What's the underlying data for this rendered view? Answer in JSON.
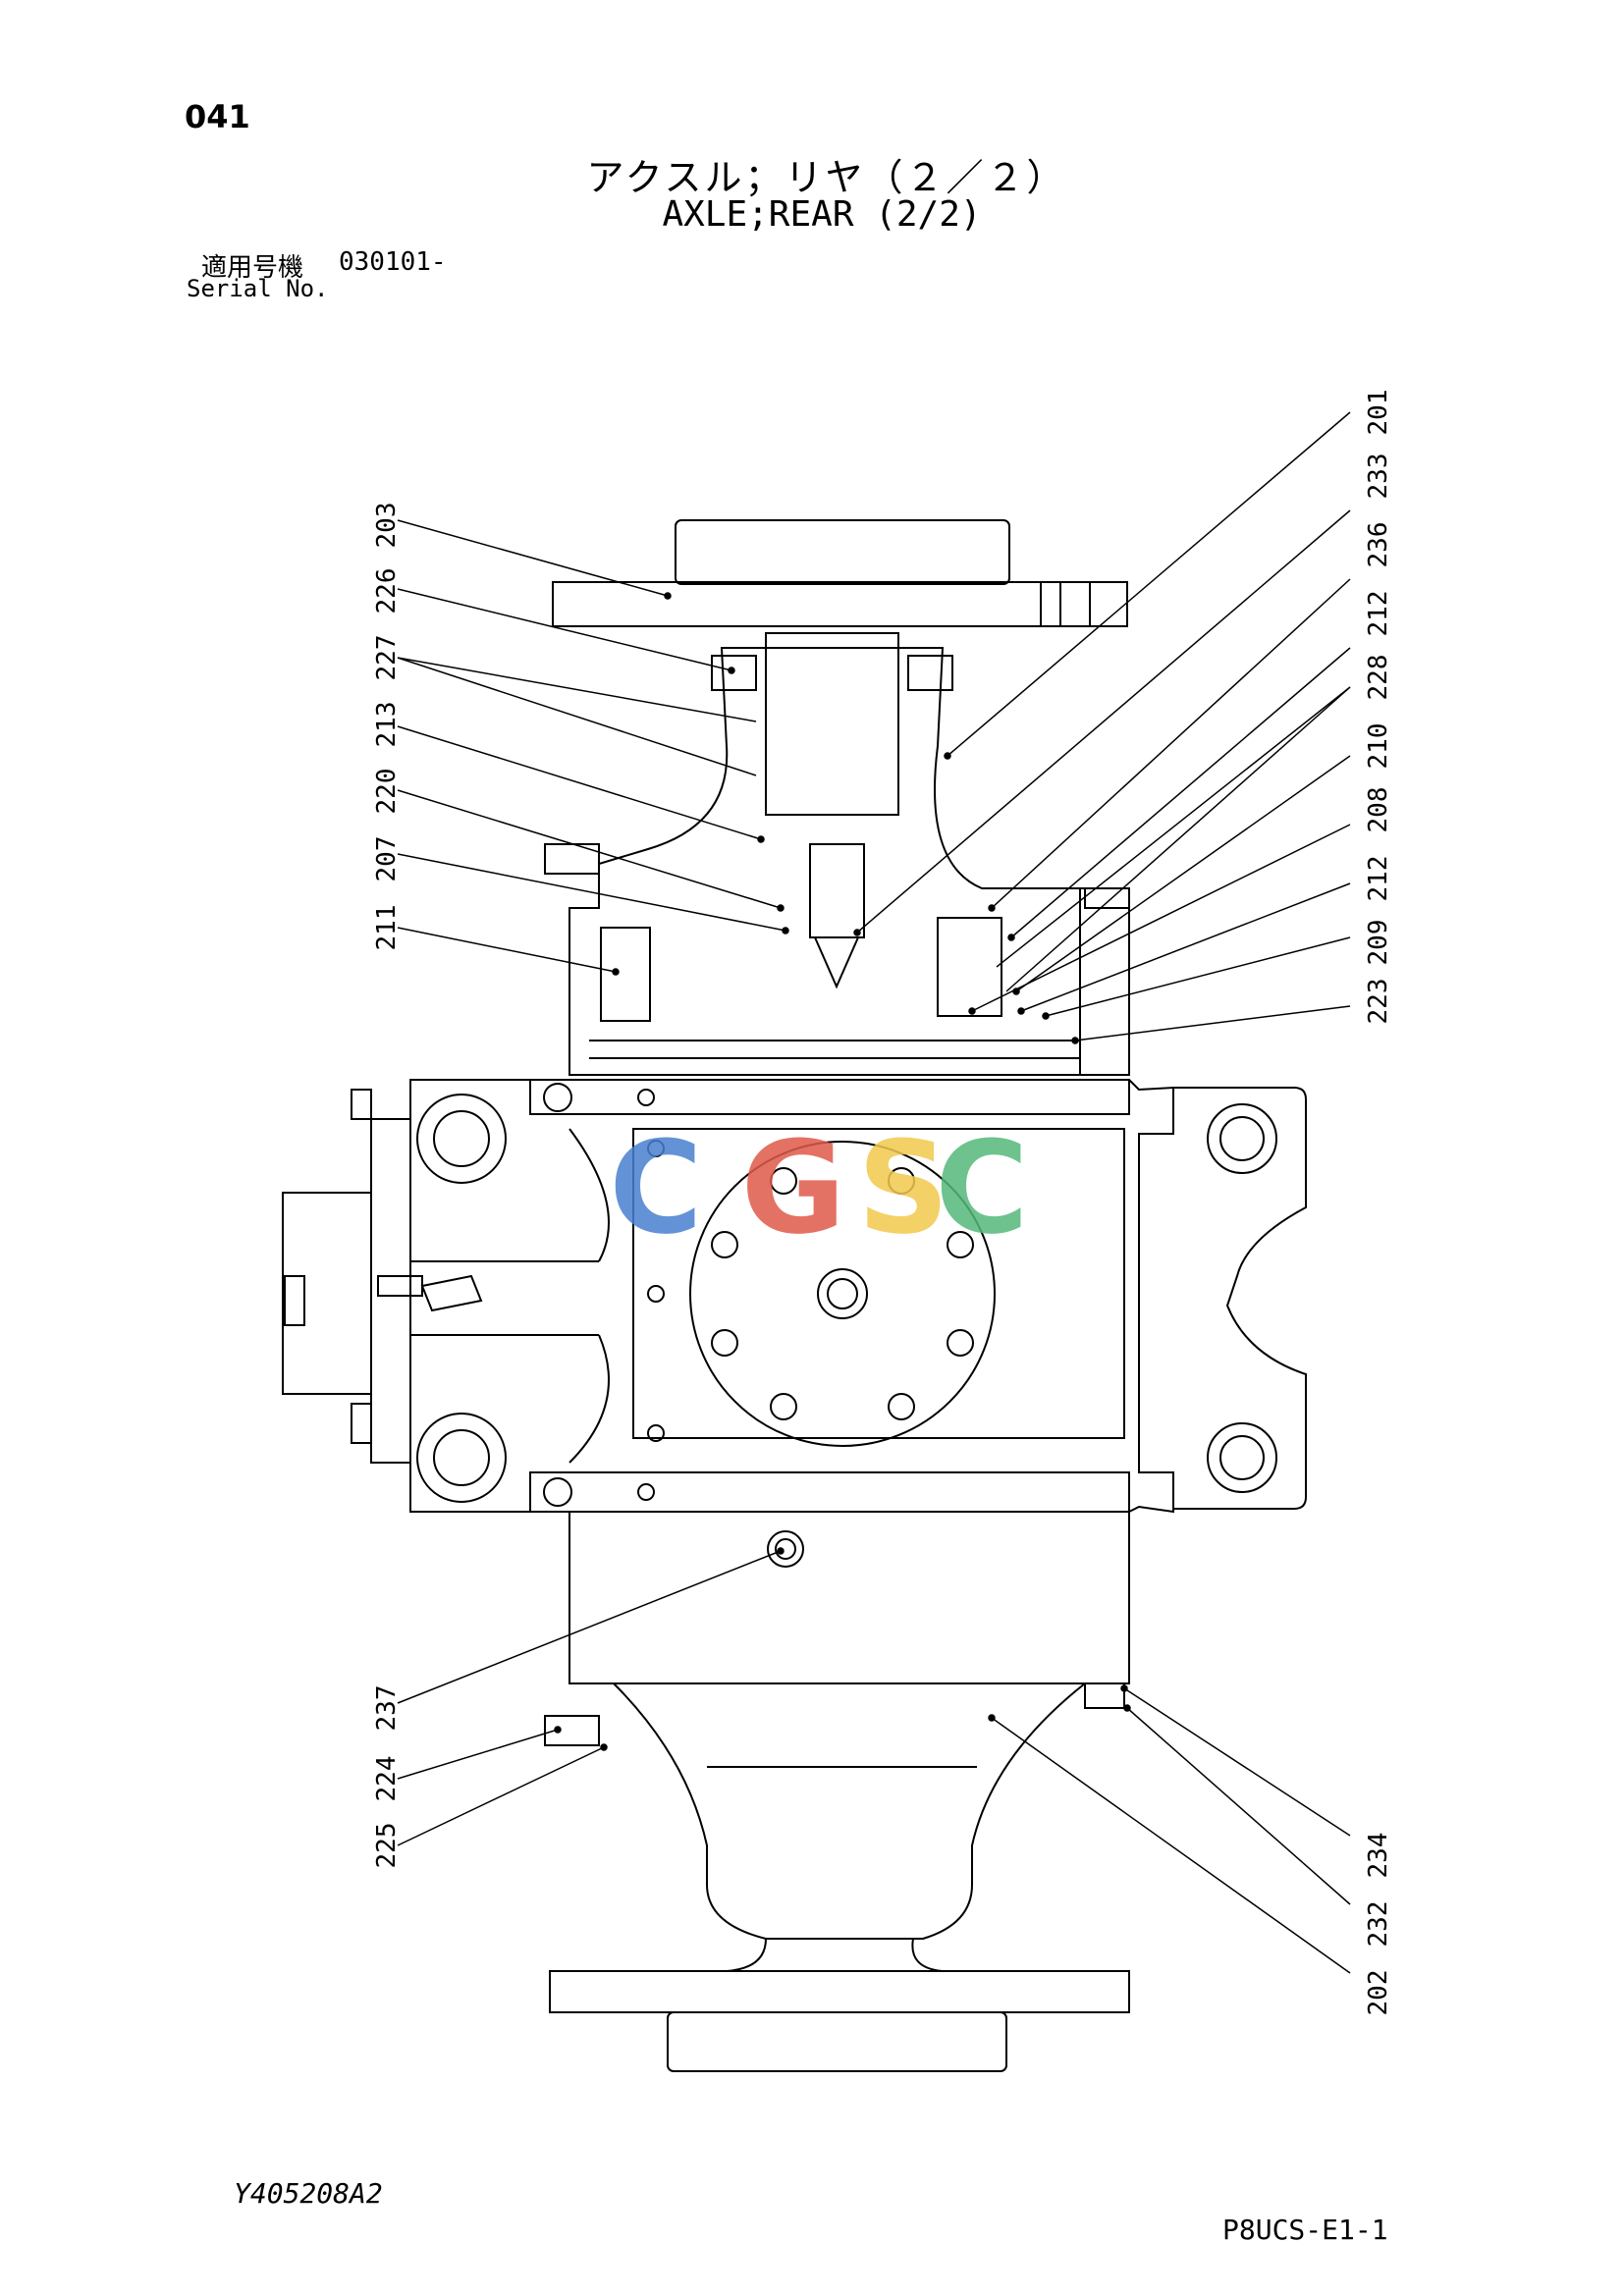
{
  "page_number": "041",
  "title_jp": "アクスル；リヤ（２／２）",
  "title_en": "AXLE;REAR (2/2)",
  "serial": {
    "label_jp": "適用号機",
    "value": "030101-",
    "label_en": "Serial No."
  },
  "drawing_code": "Y405208A2",
  "sheet_code": "P8UCS-E1-1",
  "watermark": {
    "letters": [
      "C",
      "G",
      "S",
      "C"
    ],
    "colors": [
      "#4a7fd0",
      "#e05a4a",
      "#f2c94c",
      "#55b87a"
    ]
  },
  "callouts_left": [
    "203",
    "226",
    "227",
    "213",
    "220",
    "207",
    "211",
    "237",
    "224",
    "225"
  ],
  "callouts_right_top": [
    "201",
    "233",
    "236",
    "212",
    "228",
    "210",
    "208",
    "212",
    "209",
    "223"
  ],
  "callouts_right_bottom": [
    "234",
    "232",
    "202"
  ]
}
